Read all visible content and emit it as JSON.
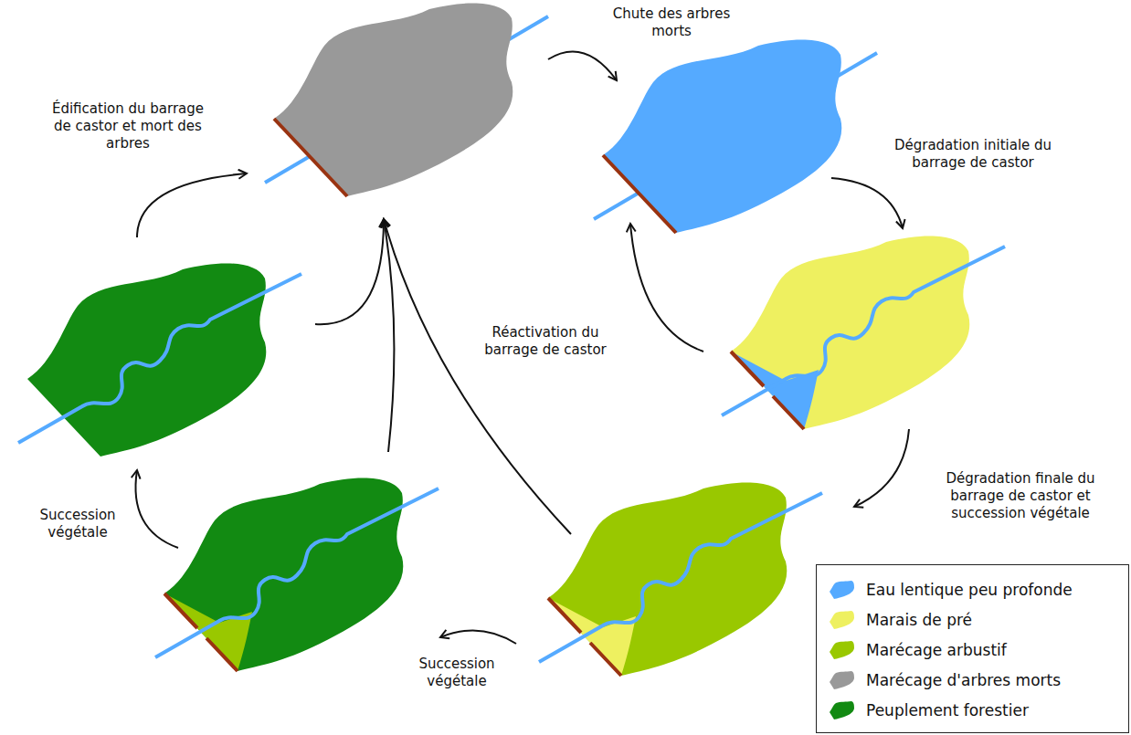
{
  "diagram": {
    "labels": [
      "Chute des arbres morts",
      "Édification du barrage de castor et mort des arbres",
      "Dégradation initiale du barrage de castor",
      "Réactivation du barrage de castor",
      "Dégradation finale du barrage de castor et succession végétale",
      "Succession végétale",
      "Succession végétale"
    ],
    "legend": [
      {
        "text": "Eau lentique peu profonde",
        "color": "#55aaff"
      },
      {
        "text": "Marais de pré",
        "color": "#eef060"
      },
      {
        "text": "Marécage arbustif",
        "color": "#99c800"
      },
      {
        "text": "Marécage d'arbres morts",
        "color": "#999999"
      },
      {
        "text": "Peuplement forestier",
        "color": "#128a12"
      }
    ]
  }
}
